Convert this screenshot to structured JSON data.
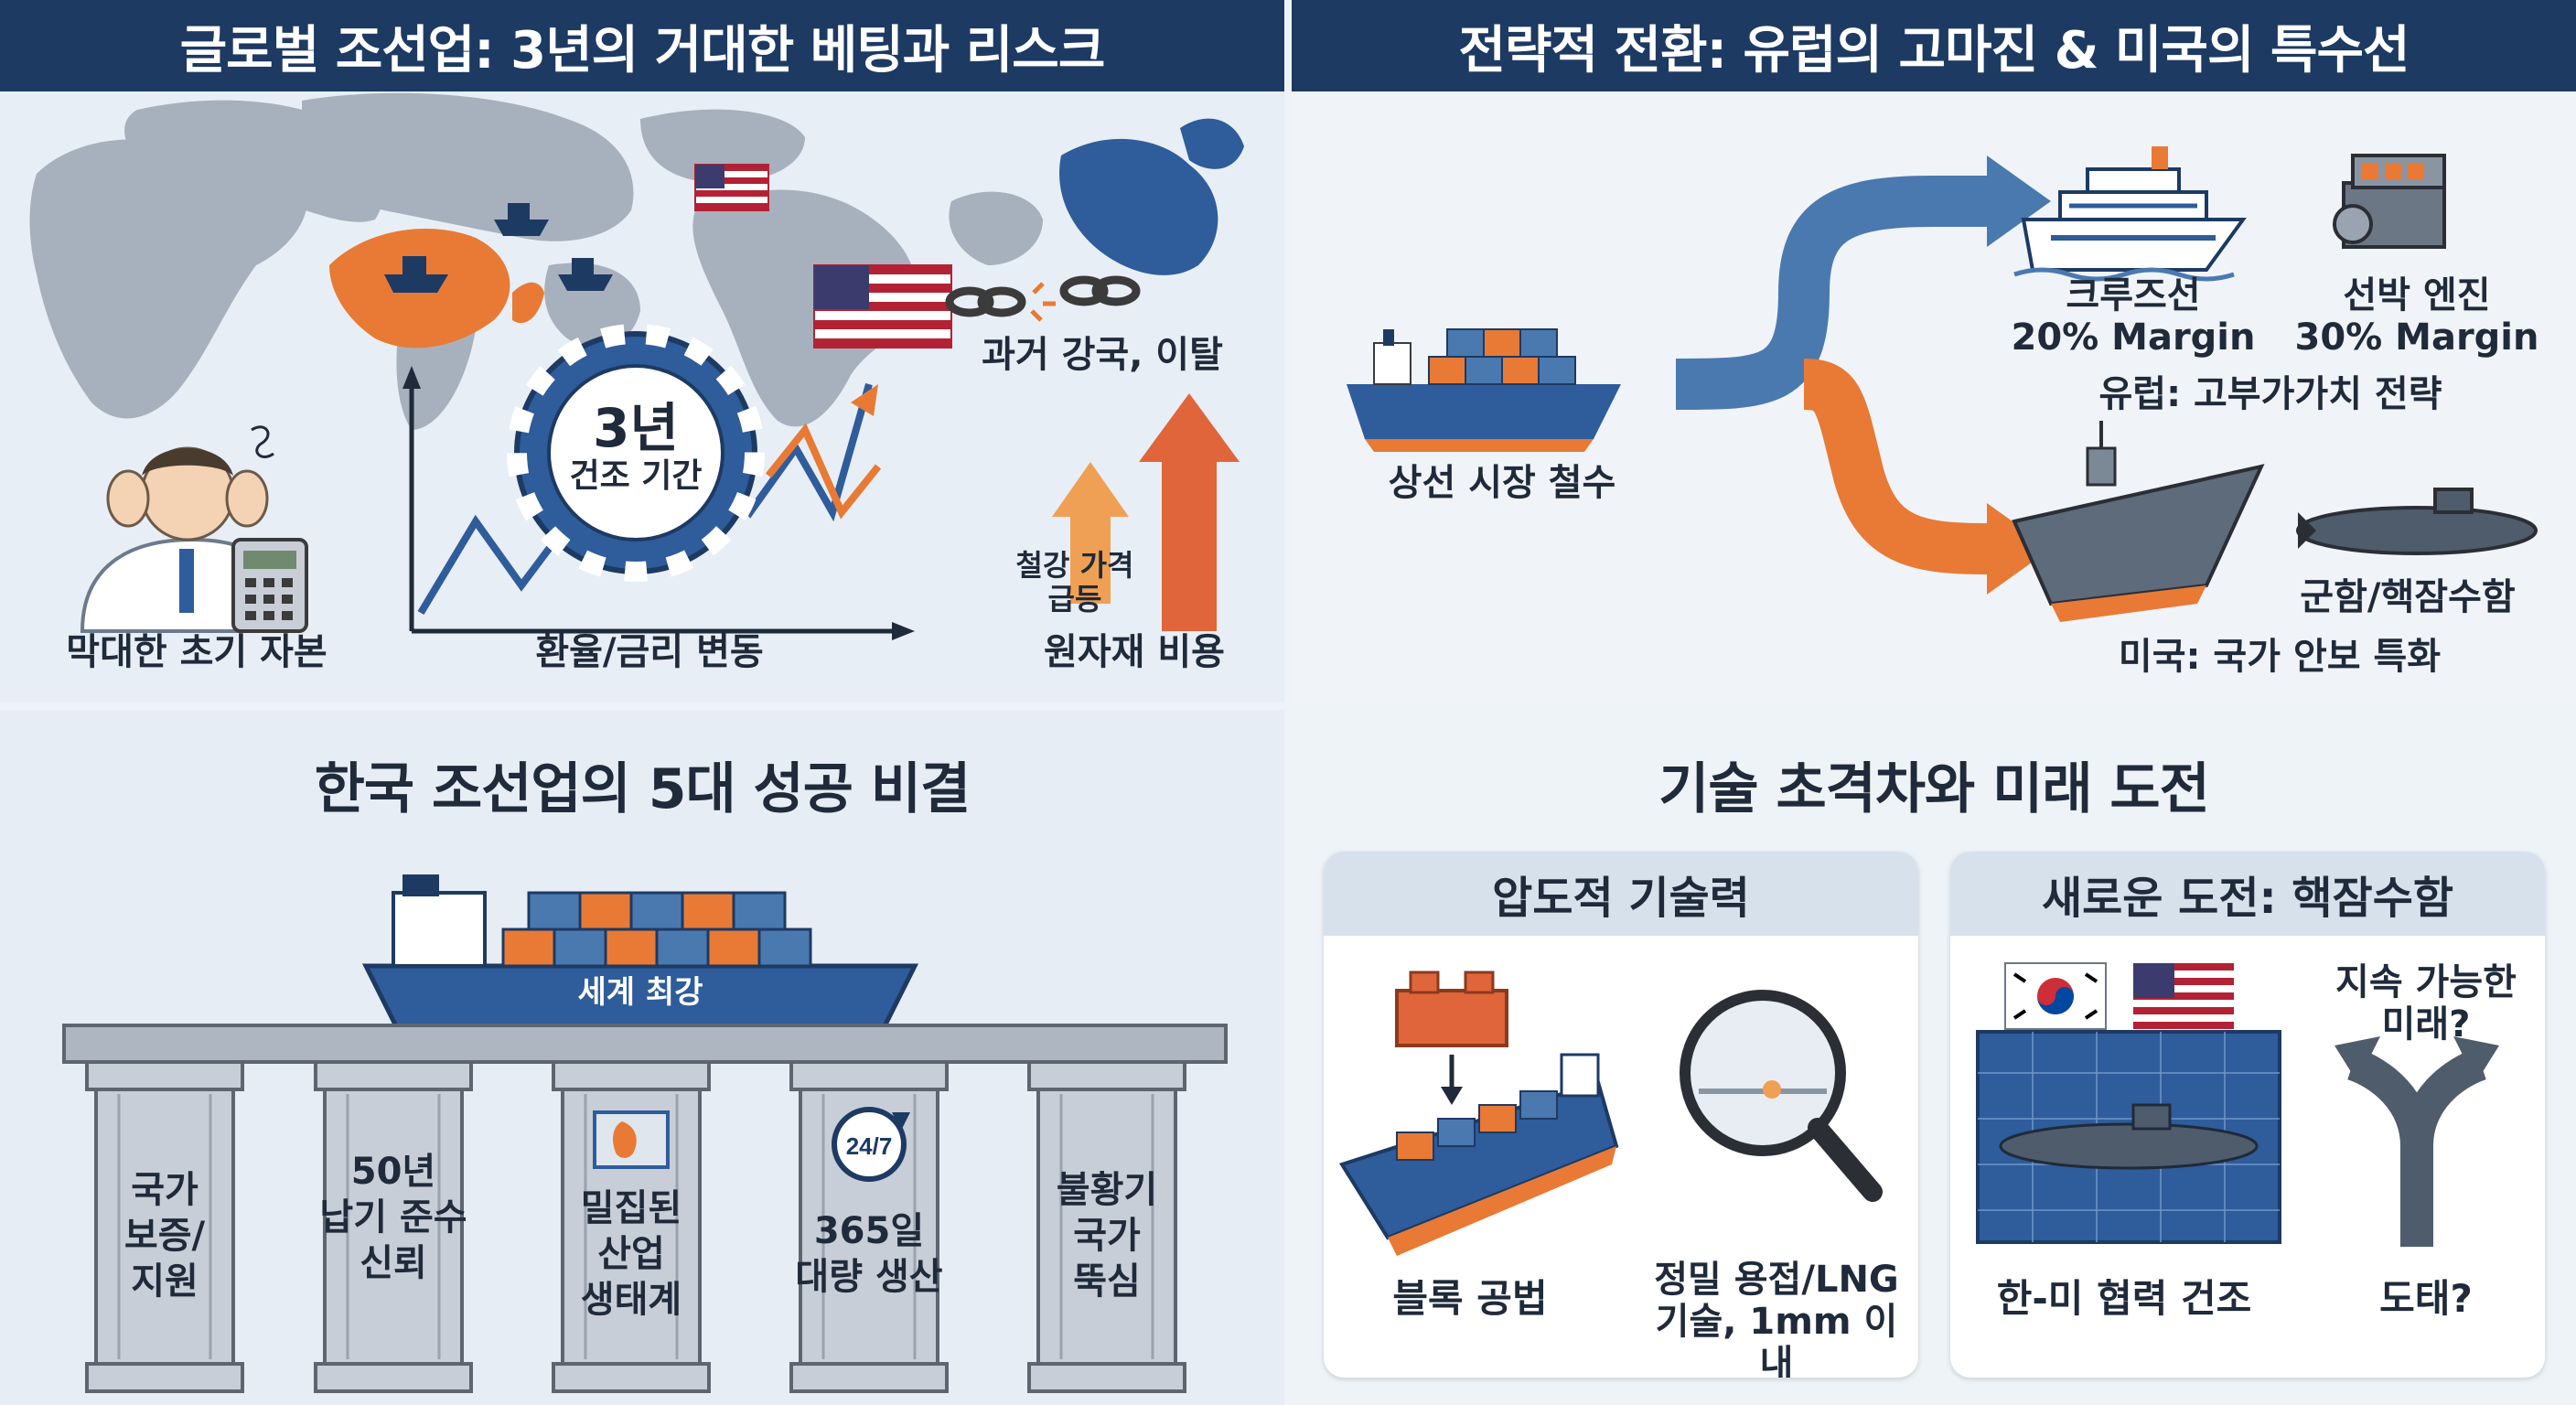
{
  "q1": {
    "title": "글로벌 조선업: 3년의 거대한 베팅과 리스크",
    "chip_big": "3년",
    "chip_small": "건조 기간",
    "capital_label": "막대한 초기 자본",
    "fx_label": "환율/금리 변동",
    "leave_label": "과거 강국, 이탈",
    "steel_label": "철강 가격\n급등",
    "raw_label": "원자재 비용"
  },
  "q2": {
    "title": "전략적 전환: 유럽의 고마진 & 미국의 특수선",
    "merchant_label": "상선 시장 철수",
    "cruise_label": "크루즈선\n20% Margin",
    "engine_label": "선박 엔진\n30% Margin",
    "europe_label": "유럽: 고부가가치 전략",
    "navy_label": "군함/핵잠수함",
    "us_label": "미국: 국가 안보 특화"
  },
  "q3": {
    "title": "한국 조선업의 5대 성공 비결",
    "ship_banner": "세계 최강",
    "badge_247": "24/7",
    "pillars": [
      "국가\n보증/\n지원",
      "50년\n납기 준수\n신뢰",
      "밀집된\n산업\n생태계",
      "365일\n대량 생산",
      "불황기\n국가\n뚝심"
    ]
  },
  "q4": {
    "title": "기술 초격차와 미래 도전",
    "card1_title": "압도적 기술력",
    "block_label": "블록 공법",
    "weld_label": "정밀 용접/LNG\n기술, 1mm 이내",
    "card2_title": "새로운 도전: 핵잠수함",
    "coop_label": "한-미 협력 건조",
    "sustain_label": "지속 가능한\n미래?",
    "out_label": "도태?"
  },
  "colors": {
    "navy": "#1d3a63",
    "orange": "#e87a35",
    "blue": "#4a79b0",
    "map_gray": "#a7b1bd"
  }
}
